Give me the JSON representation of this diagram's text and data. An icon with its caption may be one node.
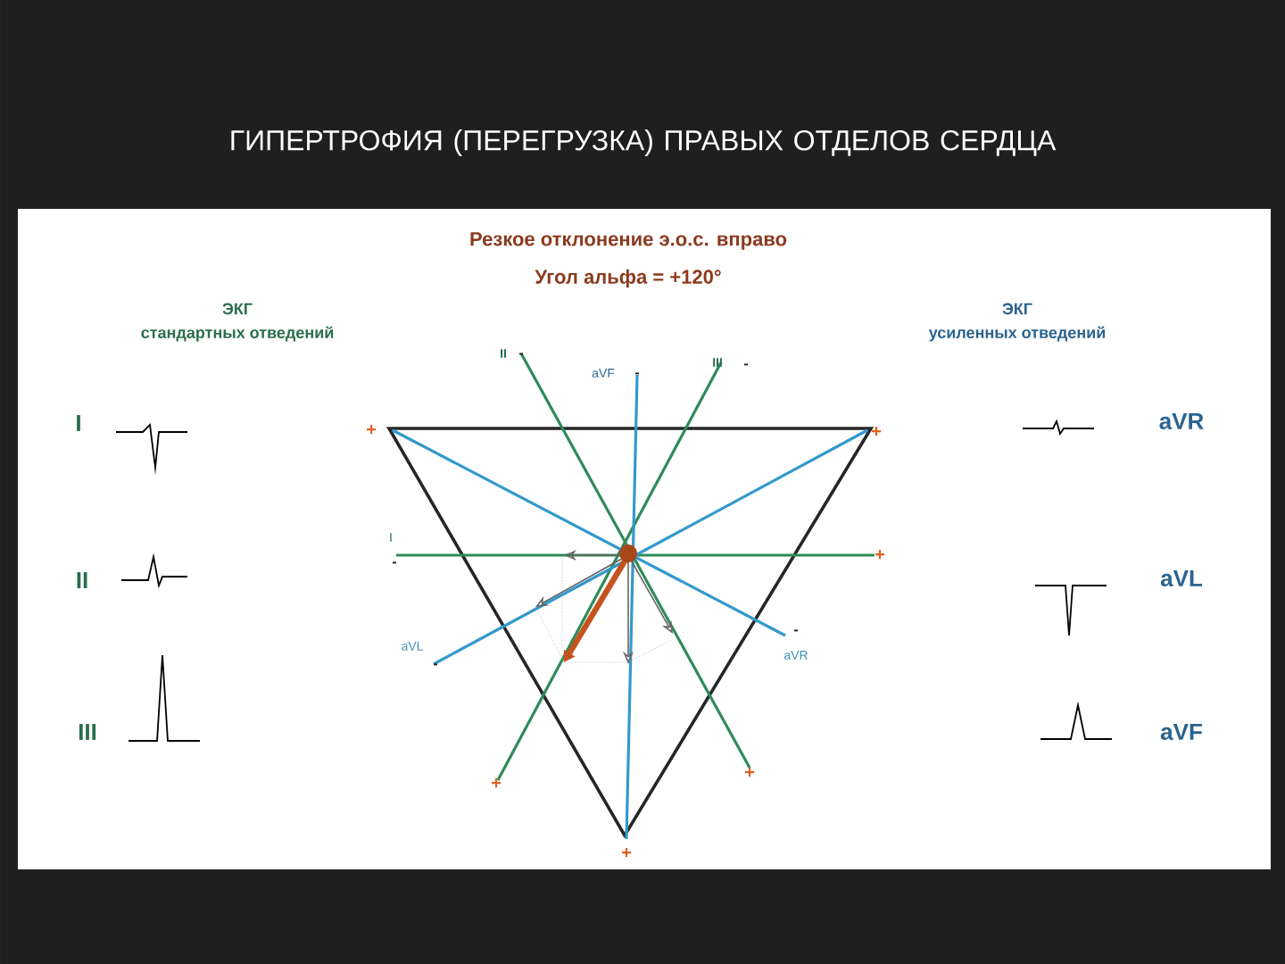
{
  "diagram": {
    "title": "ГИПЕРТРОФИЯ (ПЕРЕГРУЗКА) ПРАВЫХ ОТДЕЛОВ СЕРДЦА",
    "labels": [
      "Резкое отклонение э.о.с. вправо",
      "Угол альфа = +120°",
      "ЭКГ",
      "стандартных отведений",
      "ЭКГ",
      "усиленных отведений",
      "II",
      "-",
      "III",
      "-",
      "aVF",
      "-",
      "I",
      "+",
      "+",
      "aVR",
      "I",
      "-",
      "+",
      "II",
      "aVL",
      "aVL",
      "-",
      "-",
      "aVR",
      "III",
      "aVF",
      "+",
      "+",
      "+"
    ]
  }
}
